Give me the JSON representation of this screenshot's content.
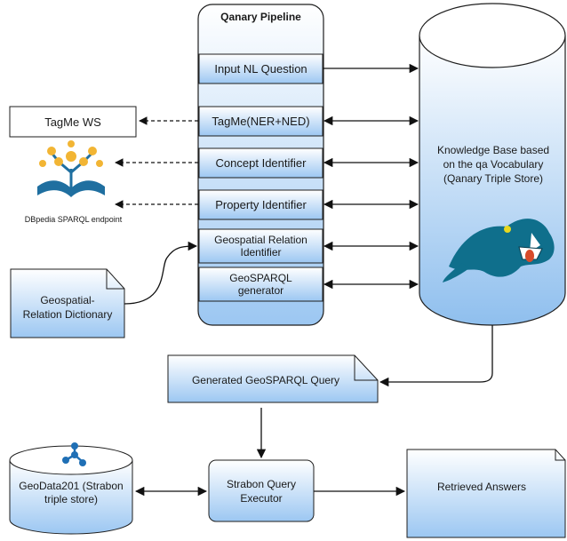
{
  "pipeline": {
    "title": "Qanary Pipeline",
    "components": [
      {
        "label": "Input NL Question"
      },
      {
        "label": "TagMe(NER+NED)"
      },
      {
        "label": "Concept Identifier"
      },
      {
        "label": "Property Identifier"
      },
      {
        "label": "Geospatial Relation Identifier"
      },
      {
        "label": "GeoSPARQL generator"
      }
    ]
  },
  "tagme": {
    "label": "TagMe WS"
  },
  "dbpedia": {
    "label": "DBpedia SPARQL endpoint"
  },
  "dictionary": {
    "label": "Geospatial-Relation Dictionary"
  },
  "knowledge_base": {
    "label": "Knowledge Base based on the qa Vocabulary (Qanary Triple Store)"
  },
  "generated_query": {
    "label": "Generated GeoSPARQL Query"
  },
  "geodata": {
    "label": "GeoData201 (Strabon triple store)"
  },
  "strabon": {
    "label": "Strabon Query Executor"
  },
  "answers": {
    "label": "Retrieved Answers"
  },
  "colors": {
    "box_top": "#ffffff",
    "box_bottom": "#9cc7f2",
    "border": "#1e1e1e",
    "accent": "#1f6fb5"
  }
}
